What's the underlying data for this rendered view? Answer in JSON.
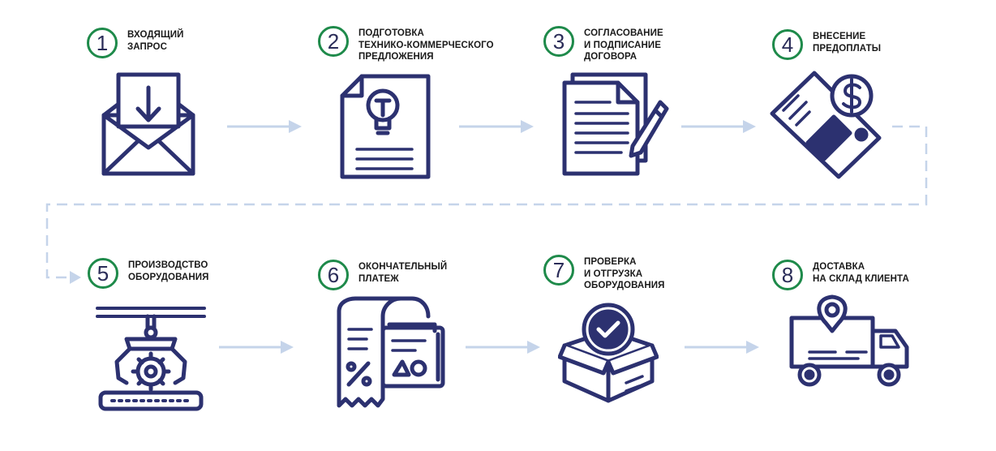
{
  "colors": {
    "ink": "#2c3170",
    "green": "#1e8a4a",
    "arrow": "#c5d4ea"
  },
  "steps": [
    {
      "number": "1",
      "lines": [
        "ВХОДЯЩИЙ",
        "ЗАПРОС"
      ],
      "icon": "envelope-download-icon"
    },
    {
      "number": "2",
      "lines": [
        "ПОДГОТОВКА",
        "ТЕХНИКО-КОММЕРЧЕСКОГО",
        "ПРЕДЛОЖЕНИЯ"
      ],
      "icon": "document-lightbulb-icon"
    },
    {
      "number": "3",
      "lines": [
        "СОГЛАСОВАНИЕ",
        "И ПОДПИСАНИЕ",
        "ДОГОВОРА"
      ],
      "icon": "contract-pen-icon"
    },
    {
      "number": "4",
      "lines": [
        "ВНЕСЕНИЕ",
        "ПРЕДОПЛАТЫ"
      ],
      "icon": "card-dollar-icon"
    },
    {
      "number": "5",
      "lines": [
        "ПРОИЗВОДСТВО",
        "ОБОРУДОВАНИЯ"
      ],
      "icon": "robot-gear-icon"
    },
    {
      "number": "6",
      "lines": [
        "ОКОНЧАТЕЛЬНЫЙ",
        "ПЛАТЕЖ"
      ],
      "icon": "receipt-percent-icon"
    },
    {
      "number": "7",
      "lines": [
        "ПРОВЕРКА",
        "И ОТГРУЗКА",
        "ОБОРУДОВАНИЯ"
      ],
      "icon": "box-check-icon"
    },
    {
      "number": "8",
      "lines": [
        "ДОСТАВКА",
        "НА СКЛАД КЛИЕНТА"
      ],
      "icon": "truck-location-icon"
    }
  ]
}
